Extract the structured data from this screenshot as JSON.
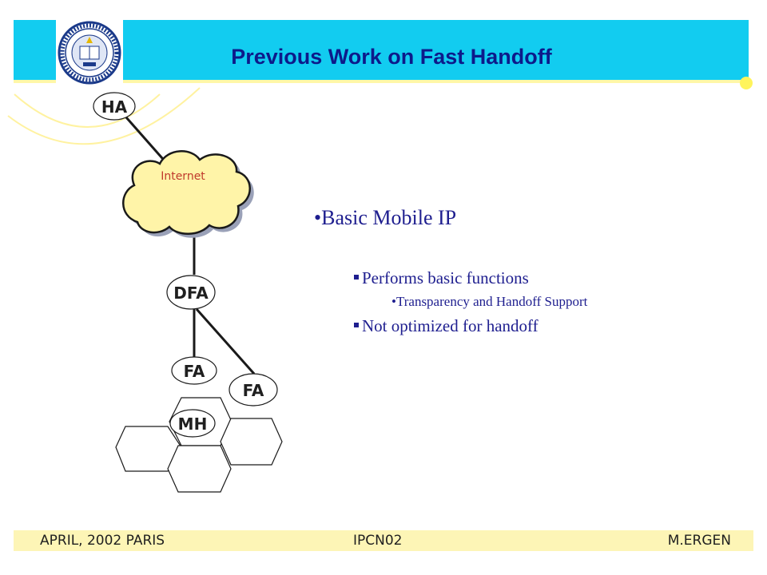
{
  "slide": {
    "title": "Previous Work on Fast Handoff"
  },
  "diagram": {
    "home_agent": "HA",
    "cloud": "Internet",
    "dfa": "DFA",
    "fa_left": "FA",
    "fa_right": "FA",
    "mobile_host": "MH"
  },
  "content": {
    "bullet_main": "Basic Mobile IP",
    "sub1": "Performs basic functions",
    "sub1_detail": "Transparency and Handoff Support",
    "sub2": "Not optimized for handoff"
  },
  "footer": {
    "left": "APRIL, 2002 PARIS",
    "center": "IPCN02",
    "right": "M.ERGEN"
  },
  "colors": {
    "header": "#12ccf0",
    "title": "#0d1a8a",
    "bullets": "#1e1e8f",
    "cloud_fill": "#fff4a8",
    "footer": "#fdf5b6"
  }
}
